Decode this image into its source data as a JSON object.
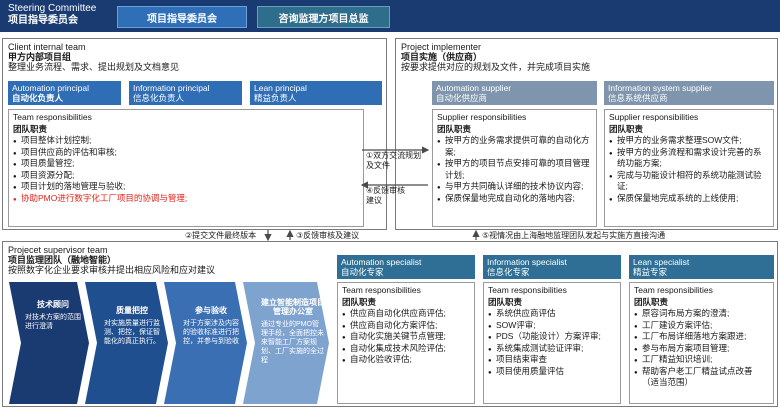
{
  "header": {
    "title_en": "Steering Committee",
    "title_cn": "项目指导委员会",
    "btn1": "项目指导委员会",
    "btn2": "咨询监理方项目总监"
  },
  "client": {
    "title_en": "Client internal team",
    "title_cn": "甲方内部项目组",
    "desc": "整理业务流程、需求、提出规划及文档意见",
    "tabs": [
      {
        "en": "Automation principal",
        "cn": "自动化负责人"
      },
      {
        "en": "Information principal",
        "cn": "信息化负责人"
      },
      {
        "en": "Lean principal",
        "cn": "精益负责人"
      }
    ],
    "resp_en": "Team responsibilities",
    "resp_cn": "团队职责",
    "items": [
      "项目整体计划控制;",
      "项目供应商的评估和审核;",
      "项目质量管控;",
      "项目资源分配;",
      "项目计划的落地管理与验收;"
    ],
    "item_red": "协助PMO进行数字化工厂项目的协调与管理;"
  },
  "implementer": {
    "title_en": "Project implementer",
    "title_cn": "项目实施（供应商）",
    "desc": "按要求提供对应的规划及文件，并完成项目实施",
    "tabs": [
      {
        "en": "Automation supplier",
        "cn": "自动化供应商"
      },
      {
        "en": "Information system supplier",
        "cn": "信息系统供应商"
      }
    ],
    "resp_en": "Supplier responsibilities",
    "resp_cn": "团队职责",
    "items1": [
      "按甲方的业务需求提供可靠的自动化方案;",
      "按甲方的项目节点安排可靠的项目管理计划;",
      "与甲方共同确认详细的技术协议内容;",
      "保质保量地完成自动化的落地内容;"
    ],
    "items2": [
      "按甲方的业务需求整理SOW文件;",
      "按甲方的业务流程和需求设计完善的系统功能方案;",
      "完成与功能设计相符的系统功能测试验证;",
      "保质保量地完成系统的上线使用;"
    ]
  },
  "arrows": {
    "a1": "①双方交流规划及文件",
    "a4": "④反馈审核建议",
    "a2": "②提交文件最终版本",
    "a3": "③反馈审核及建议",
    "a5": "⑤视情况由上海融地监理团队发起与实施方直接沟通"
  },
  "supervisor": {
    "title_en": "Projecet supervisor team",
    "title_cn": "项目监理团队（融地智能）",
    "desc": "按照数字化企业要求审核并提出相应风险和应对建议",
    "chevrons": [
      {
        "title": "技术顾问",
        "text": "对技术方案的范围进行澄清"
      },
      {
        "title": "质量把控",
        "text": "对实施质量进行监测、把控，保证智能化的真正执行。"
      },
      {
        "title": "参与验收",
        "text": "对于方案涉及内容的验收标准进行把控，并参与到验收"
      },
      {
        "title": "建立智能制造项目管理办公室",
        "text": "通过专业的PMO管理手段，全面把控未来智能工厂方案规划、工厂实施的全过程"
      }
    ],
    "specialists": [
      {
        "en": "Automation specialist",
        "cn": "自动化专家",
        "resp_en": "Team responsibilities",
        "resp_cn": "团队职责",
        "items": [
          "供应商自动化供应商评估;",
          "供应商自动化方案评估;",
          "自动化实施关键节点管理;",
          "自动化集成技术风险评估;",
          "自动化验收评估;"
        ]
      },
      {
        "en": "Information specialist",
        "cn": "信息化专家",
        "resp_en": "Team responsibilities",
        "resp_cn": "团队职责",
        "items": [
          "系统供应商评估",
          "SOW评审;",
          "PDS（功能设计）方案评审;",
          "系统集成测试验证评审;",
          "项目结束审查",
          "项目使用质量评估"
        ]
      },
      {
        "en": "Lean specialist",
        "cn": "精益专家",
        "resp_en": "Team responsibilities",
        "resp_cn": "团队职责",
        "items": [
          "原容词布局方案的澄清;",
          "工厂建设方案评估;",
          "工厂布局详细落地方案跟进;",
          "参与布局方案项目管理;",
          "工厂精益知识培训;",
          "帮助客户老工厂精益试点改善（适当范围）"
        ]
      }
    ]
  },
  "colors": {
    "header": "#1a3a72",
    "blue_tab": "#2f6eb5",
    "grey_tab": "#7f95ad",
    "teal_tab": "#2f6f95",
    "red": "#e2231a"
  }
}
